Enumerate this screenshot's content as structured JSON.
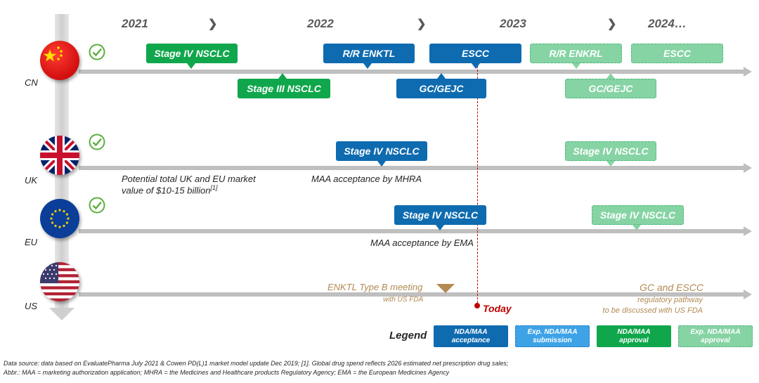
{
  "years": [
    "2021",
    "2022",
    "2023",
    "2024…"
  ],
  "countries": [
    "CN",
    "UK",
    "EU",
    "US"
  ],
  "milestones": {
    "cn_stage4_nsclc": "Stage IV NSCLC",
    "cn_stage3_nsclc": "Stage III NSCLC",
    "cn_rr_enktl": "R/R ENKTL",
    "cn_escc": "ESCC",
    "cn_gc_gejc": "GC/GEJC",
    "cn_rr_enkrl": "R/R ENKRL",
    "cn_escc_exp": "ESCC",
    "cn_gc_gejc_exp": "GC/GEJC",
    "uk_stage4_nsclc": "Stage IV NSCLC",
    "uk_stage4_nsclc_exp": "Stage IV NSCLC",
    "eu_stage4_nsclc": "Stage IV NSCLC",
    "eu_stage4_nsclc_exp": "Stage IV NSCLC"
  },
  "notes": {
    "uk_market_line1": "Potential total UK and EU market",
    "uk_market_line2": "value of $10-15 billion",
    "uk_market_ref": "[1]",
    "mhra": "MAA acceptance by MHRA",
    "ema": "MAA acceptance by EMA",
    "us_enktl_line1": "ENKTL Type B meeting",
    "us_enktl_line2": "with US FDA",
    "us_gc_line1": "GC and ESCC",
    "us_gc_line2": "regulatory pathway",
    "us_gc_line3": "to be discussed  with US FDA",
    "today": "Today"
  },
  "legend": {
    "title": "Legend",
    "items": [
      {
        "line1": "NDA/MAA",
        "line2": "acceptance"
      },
      {
        "line1": "Exp. NDA/MAA",
        "line2": "submission"
      },
      {
        "line1": "NDA/MAA",
        "line2": "approval"
      },
      {
        "line1": "Exp. NDA/MAA",
        "line2": "approval"
      }
    ]
  },
  "footer": {
    "line1": "Data source: data based on EvaluatePharma July 2021 & Cowen PD(L)1 market model update Dec 2019; [1]. Global drug spend reflects 2026 estimated net prescription drug sales;",
    "line2": "Abbr.: MAA = marketing authorization application; MHRA = the Medicines and Healthcare products Regulatory Agency; EMA = the European Medicines Agency"
  },
  "colors": {
    "acceptance": "#0e6bb0",
    "exp_submission": "#3ea3e6",
    "approval": "#10a74c",
    "exp_approval": "#86d3a4",
    "today": "#c00000",
    "us_note": "#b28a52"
  }
}
